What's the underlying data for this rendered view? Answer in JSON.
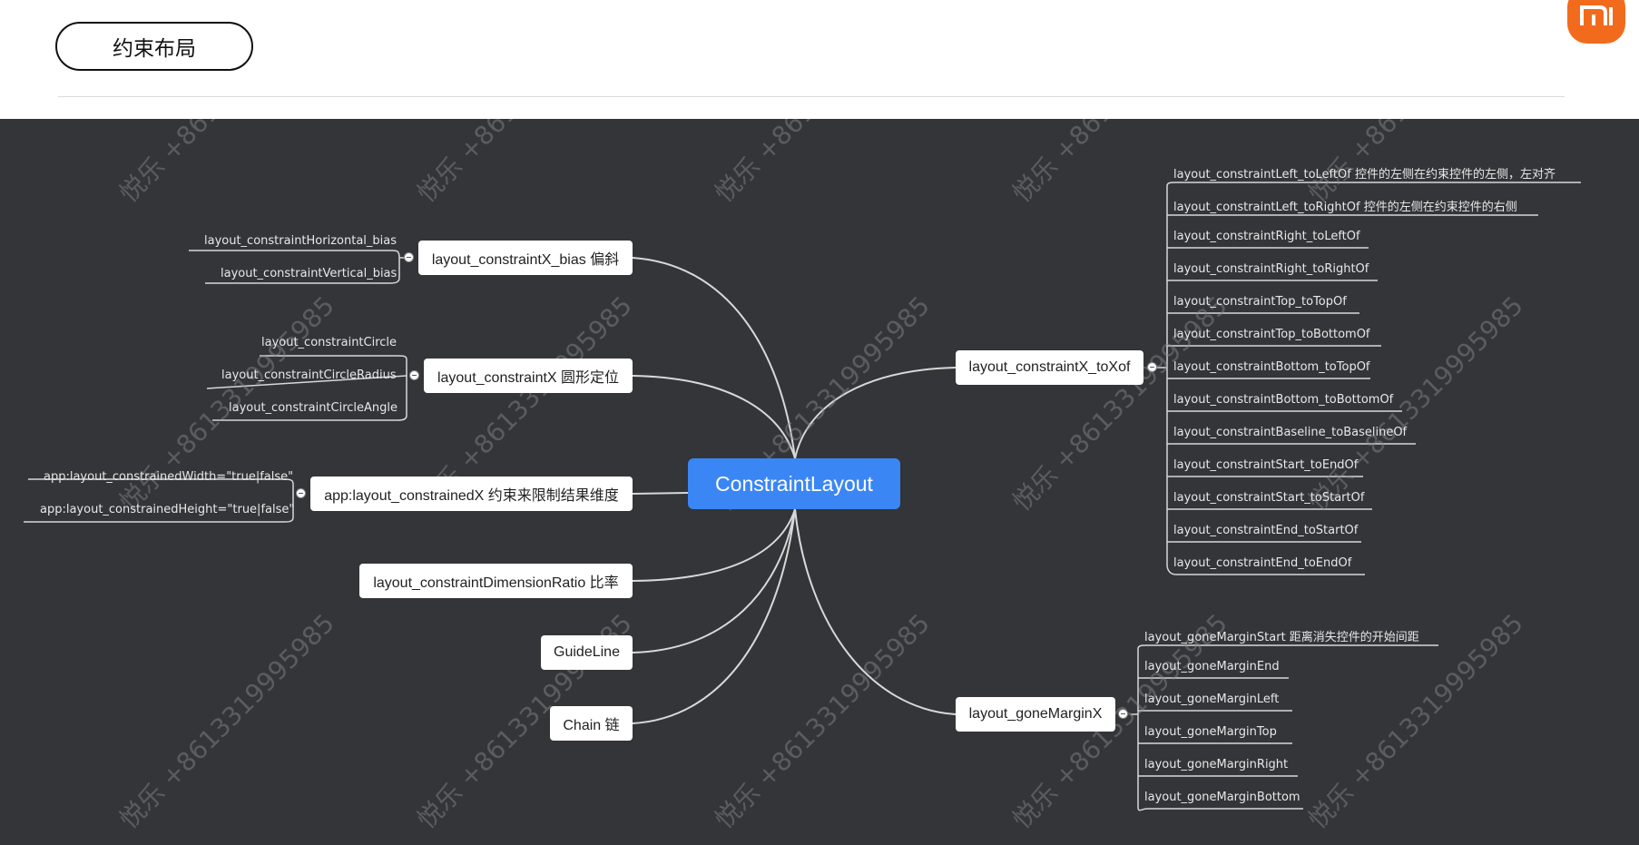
{
  "header": {
    "title": "约束布局",
    "logo_text": "mi"
  },
  "colors": {
    "canvas": "#333538",
    "root": "#3b86f5",
    "logo": "#f26b1d",
    "link": "#d8d8d8"
  },
  "mindmap": {
    "root": "ConstraintLayout",
    "left_branches": [
      {
        "label": "layout_constraintX_bias 偏斜",
        "children": [
          "layout_constraintHorizontal_bias",
          "layout_constraintVertical_bias"
        ]
      },
      {
        "label": "layout_constraintX 圆形定位",
        "children": [
          "layout_constraintCircle",
          "layout_constraintCircleRadius",
          "layout_constraintCircleAngle"
        ]
      },
      {
        "label": "app:layout_constrainedX 约束来限制结果维度",
        "children": [
          "app:layout_constrainedWidth=\"true|false\"",
          "app:layout_constrainedHeight=\"true|false\""
        ]
      },
      {
        "label": "layout_constraintDimensionRatio 比率",
        "children": []
      },
      {
        "label": "GuideLine",
        "children": []
      },
      {
        "label": "Chain 链",
        "children": []
      }
    ],
    "right_branches": [
      {
        "label": "layout_constraintX_toXof",
        "children": [
          "layout_constraintLeft_toLeftOf 控件的左侧在约束控件的左侧，左对齐",
          "layout_constraintLeft_toRightOf 控件的左侧在约束控件的右侧",
          "layout_constraintRight_toLeftOf",
          "layout_constraintRight_toRightOf",
          "layout_constraintTop_toTopOf",
          "layout_constraintTop_toBottomOf",
          "layout_constraintBottom_toTopOf",
          "layout_constraintBottom_toBottomOf",
          "layout_constraintBaseline_toBaselineOf",
          "layout_constraintStart_toEndOf",
          "layout_constraintStart_toStartOf",
          "layout_constraintEnd_toStartOf",
          "layout_constraintEnd_toEndOf"
        ]
      },
      {
        "label": "layout_goneMarginX",
        "children": [
          "layout_goneMarginStart 距离消失控件的开始间距",
          "layout_goneMarginEnd",
          "layout_goneMarginLeft",
          "layout_goneMarginTop",
          "layout_goneMarginRight",
          "layout_goneMarginBottom"
        ]
      }
    ]
  },
  "watermark": "悦乐 +8613319995985"
}
